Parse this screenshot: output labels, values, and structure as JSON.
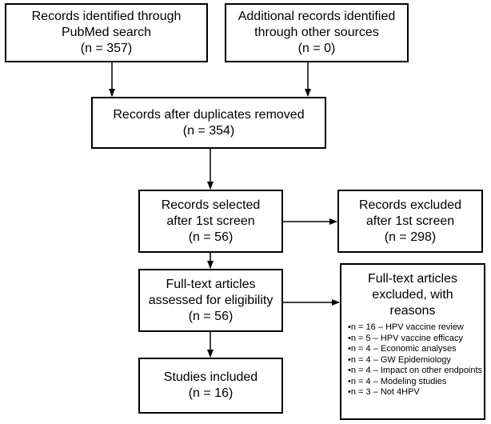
{
  "boxes": {
    "pubmed": {
      "lines": [
        "Records identified through",
        "PubMed search",
        "(n = 357)"
      ]
    },
    "other": {
      "lines": [
        "Additional records identified",
        "through other sources",
        "(n = 0)"
      ]
    },
    "dedup": {
      "lines": [
        "Records after duplicates removed",
        "(n = 354)"
      ]
    },
    "selected": {
      "lines": [
        "Records selected",
        "after 1st screen",
        "(n = 56)"
      ]
    },
    "excluded_first": {
      "lines": [
        "Records excluded",
        "after 1st screen",
        "(n = 298)"
      ]
    },
    "fulltext": {
      "lines": [
        "Full-text articles",
        "assessed for eligibility",
        "(n = 56)"
      ]
    },
    "studies": {
      "lines": [
        "Studies included",
        "(n = 16)"
      ]
    },
    "excluded_fulltext": {
      "lines": [
        "Full-text articles",
        "excluded, with",
        "reasons"
      ],
      "reasons": [
        "n = 16 – HPV vaccine review",
        "n = 5 – HPV vaccine efficacy",
        "n = 4 – Economic analyses",
        "n = 4 – GW Epidemiology",
        "n = 4 – Impact on other endpoints",
        "n = 4 – Modeling studies",
        "n = 3 – Not 4HPV"
      ]
    }
  },
  "arrow_color": "#000000"
}
